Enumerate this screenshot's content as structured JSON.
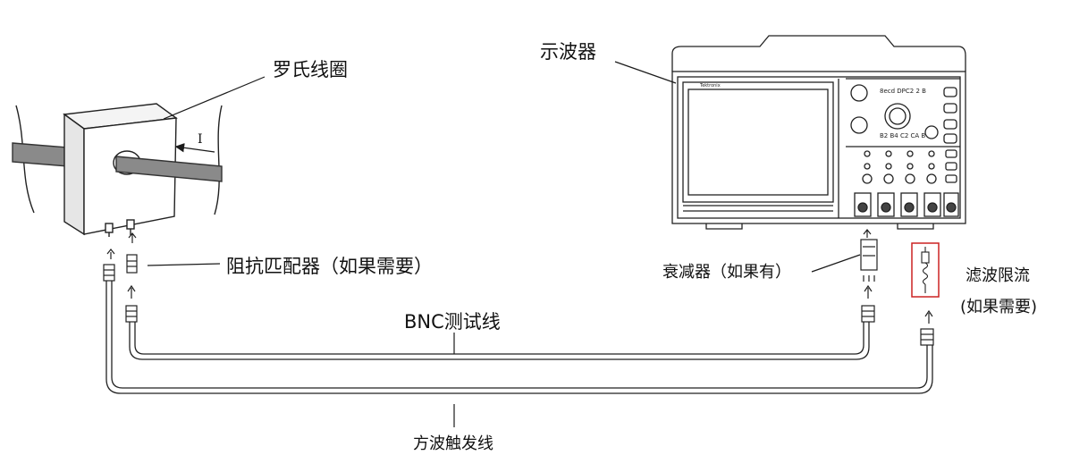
{
  "labels": {
    "rogowski_coil": "罗氏线圈",
    "oscilloscope": "示波器",
    "impedance_matcher": "阻抗匹配器（如果需要）",
    "attenuator": "衰减器（如果有）",
    "filter_title": "滤波限流",
    "filter_note": "(如果需要)",
    "bnc_cable": "BNC测试线",
    "square_wave_trigger_cable": "方波触发线",
    "current_symbol": "I"
  },
  "oscilloscope_face": {
    "brand": "Tektronix",
    "panel_text_1": "8ecd DPC2 2 B",
    "panel_text_2": "B2 B4 C2 CA B"
  },
  "colors": {
    "stroke": "#1a1a1a",
    "filter_box": "#cc2222"
  }
}
